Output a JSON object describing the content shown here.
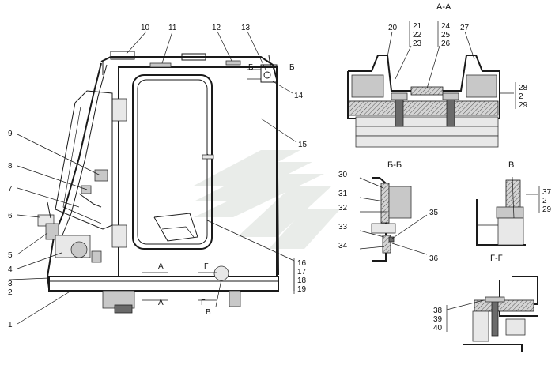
{
  "drawing": {
    "section_titles": {
      "aa": "А-А",
      "bb": "Б-Б",
      "v": "В",
      "gg": "Г-Г"
    },
    "section_markers": [
      "Б",
      "Б",
      "А",
      "А",
      "Г",
      "Г",
      "В"
    ],
    "callouts": {
      "main_view": [
        "1",
        "2",
        "3",
        "4",
        "5",
        "6",
        "7",
        "8",
        "9",
        "10",
        "11",
        "12",
        "13",
        "14",
        "15"
      ],
      "group_16_19": [
        "16",
        "17",
        "18",
        "19"
      ],
      "aa_top_left": "20",
      "aa_group_21_23": [
        "21",
        "22",
        "23"
      ],
      "aa_group_24_26": [
        "24",
        "25",
        "26"
      ],
      "aa_top_right": "27",
      "aa_right_group": [
        "28",
        "2",
        "29"
      ],
      "bb": [
        "30",
        "31",
        "32",
        "33",
        "34",
        "35",
        "36"
      ],
      "v_group": [
        "37",
        "2",
        "29"
      ],
      "gg_group": [
        "38",
        "39",
        "40"
      ]
    }
  }
}
